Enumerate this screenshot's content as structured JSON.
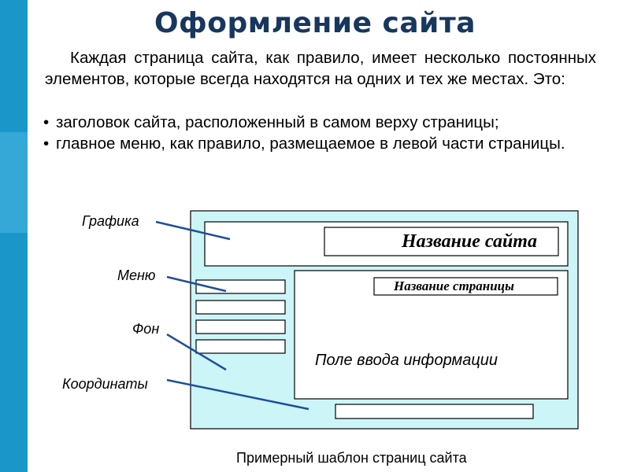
{
  "slide": {
    "title": "Оформление сайта",
    "intro": "Каждая страница сайта, как правило, имеет несколько постоянных элементов, которые всегда находятся на одних и тех же местах. Это:",
    "bullets": [
      "заголовок сайта, расположенный в самом верху страницы;",
      "главное меню, как правило, размещаемое в левой части страницы."
    ],
    "bullet_marker": "•"
  },
  "diagram": {
    "labels": {
      "graphics": "Графика",
      "menu": "Меню",
      "background": "Фон",
      "coordinates": "Координаты"
    },
    "site_name": "Название сайта",
    "page_name": "Название страницы",
    "input_field": "Поле ввода информации",
    "caption": "Примерный шаблон страниц сайта",
    "colors": {
      "background": "#ccf5f7",
      "border": "#000000",
      "pointer_line": "#1f4e9c",
      "title": "#17375e",
      "side_bar": "#1a97c8"
    }
  }
}
